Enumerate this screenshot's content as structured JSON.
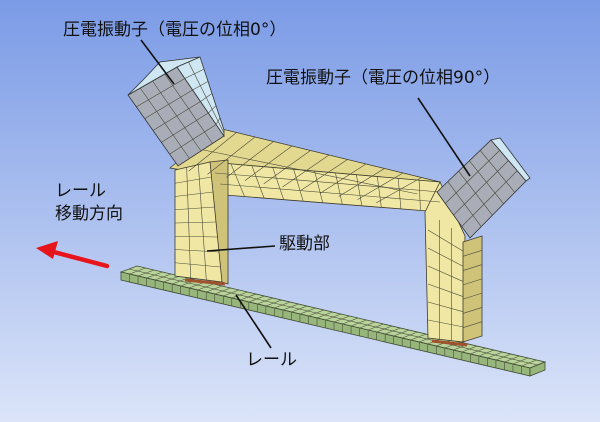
{
  "labels": {
    "piezo_phase0": "圧電振動子（電圧の位相0°）",
    "piezo_phase90": "圧電振動子（電圧の位相90°）",
    "rail_motion_line1": "レール",
    "rail_motion_line2": "移動方向",
    "drive_part": "駆動部",
    "rail": "レール"
  },
  "colors": {
    "background_top": "#7b9be6",
    "background_bottom": "#dbe4f8",
    "drive_body": "#efe7a3",
    "drive_body_dark": "#cfc37a",
    "drive_body_side": "#e2d88f",
    "piezo": "#a8adb7",
    "piezo_top": "#cfe6f3",
    "rail": "#b9d49a",
    "rail_side": "#97b67b",
    "arrow": "#e8141b",
    "mesh_line": "#4a4a3a"
  },
  "icons": {
    "direction_arrow": "left-arrow"
  }
}
